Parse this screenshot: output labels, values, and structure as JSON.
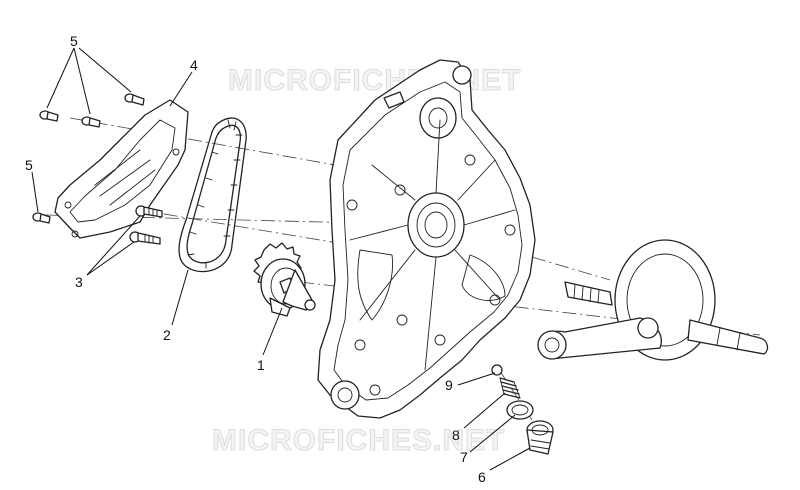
{
  "watermark": {
    "top": "MICROFICHES.NET",
    "bottom": "MICROFICHES.NET"
  },
  "callouts": [
    {
      "id": "callout-1",
      "label": "1"
    },
    {
      "id": "callout-2",
      "label": "2"
    },
    {
      "id": "callout-3",
      "label": "3"
    },
    {
      "id": "callout-4",
      "label": "4"
    },
    {
      "id": "callout-5-top",
      "label": "5"
    },
    {
      "id": "callout-5-left",
      "label": "5"
    },
    {
      "id": "callout-6",
      "label": "6"
    },
    {
      "id": "callout-7",
      "label": "7"
    },
    {
      "id": "callout-8",
      "label": "8"
    },
    {
      "id": "callout-9",
      "label": "9"
    }
  ]
}
